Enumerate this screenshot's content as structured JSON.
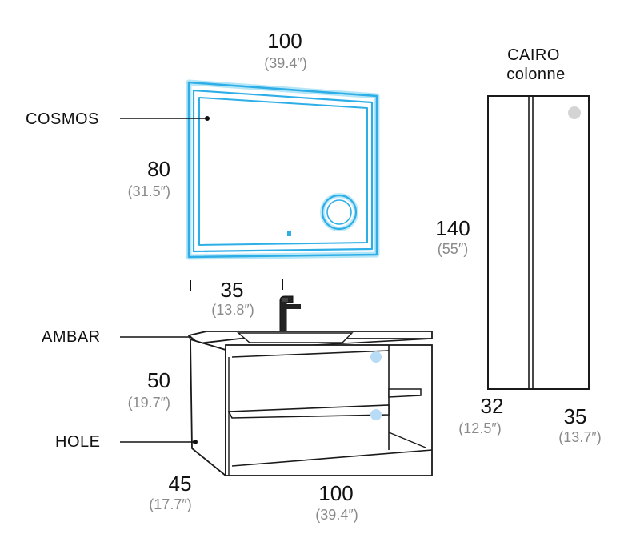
{
  "products": {
    "mirror": {
      "name": "COSMOS"
    },
    "column": {
      "name_line1": "CAIRO",
      "name_line2": "colonne"
    },
    "basin": {
      "name": "AMBAR"
    },
    "cabinet": {
      "name": "HOLE"
    }
  },
  "dimensions": {
    "mirror_width": {
      "cm": "100",
      "in": "(39.4″)"
    },
    "mirror_height": {
      "cm": "80",
      "in": "(31.5″)"
    },
    "faucet_spacing": {
      "cm": "35",
      "in": "(13.8″)"
    },
    "cabinet_height": {
      "cm": "50",
      "in": "(19.7″)"
    },
    "cabinet_depth": {
      "cm": "45",
      "in": "(17.7″)"
    },
    "cabinet_width": {
      "cm": "100",
      "in": "(39.4″)"
    },
    "column_height": {
      "cm": "140",
      "in": "(55″)"
    },
    "column_depth": {
      "cm": "32",
      "in": "(12.5″)"
    },
    "column_width": {
      "cm": "35",
      "in": "(13.7″)"
    }
  },
  "colors": {
    "led_glow": "#5bc8f0",
    "outline": "#1a1a1a",
    "accent_dot": "#b8dcf5",
    "knob": "#d4d4d4"
  }
}
